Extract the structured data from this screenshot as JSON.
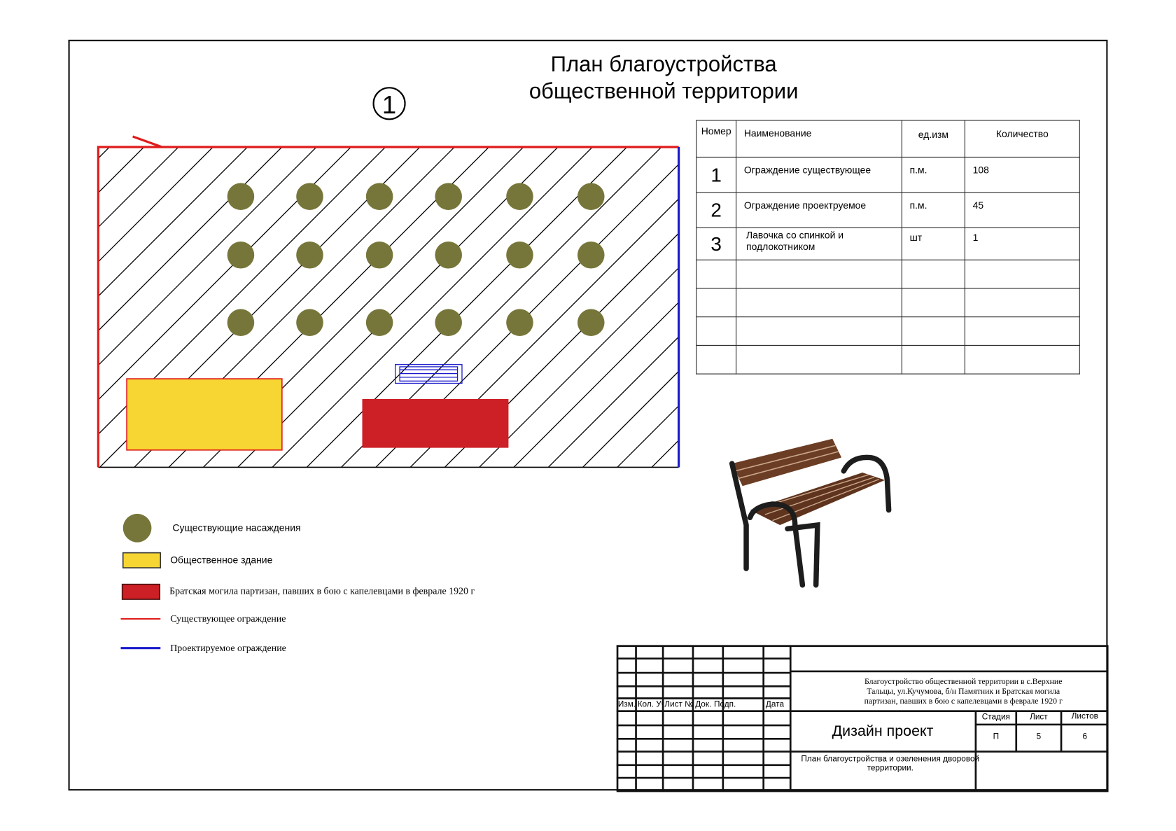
{
  "title": {
    "line1": "План благоустройства",
    "line2": "общественной территории"
  },
  "sheet_marker": "1",
  "spec_table": {
    "headers": [
      "Номер",
      "Наименование",
      "ед.изм",
      "Количество"
    ],
    "rows": [
      {
        "num": "1",
        "name": "Ограждение существующее",
        "unit": "п.м.",
        "qty": "108"
      },
      {
        "num": "2",
        "name": "Ограждение проектруемое",
        "unit": "п.м.",
        "qty": "45"
      },
      {
        "num": "3",
        "name": "Лавочка со спинкой и подлокотником",
        "unit": "шт",
        "qty": "1"
      }
    ],
    "empty_rows": 4
  },
  "legend": {
    "trees": "Существующие насаждения",
    "building": "Общественное здание",
    "grave": "Братская могила партизан, павших в бою с капелевцами в феврале 1920 г",
    "existing_fence": "Существующее  ограждение",
    "planned_fence": "Проектируемое ограждение"
  },
  "colors": {
    "tree": "#76763a",
    "building": "#f7d633",
    "grave": "#cc1f26",
    "existing_fence": "#e01b1b",
    "planned_fence": "#1a1acc"
  },
  "title_block": {
    "col_headers": [
      "Изм.",
      "Кол. Уч",
      "Лист №",
      "Док.",
      "Подп.",
      "Дата"
    ],
    "project": "Благоустройство общественной территории в с.Верхние Тальцы, ул.Кучумова, б/н Памятник и Братская могила партизан, павших в бою с капелевцами в феврале 1920 г",
    "design": "Дизайн проект",
    "sheet_title": "План благоустройства и озеленения дворовой территории.",
    "stage_label": "Стадия",
    "stage": "П",
    "sheet_label": "Лист",
    "sheet": "5",
    "sheets_label": "Листов",
    "sheets": "6"
  }
}
